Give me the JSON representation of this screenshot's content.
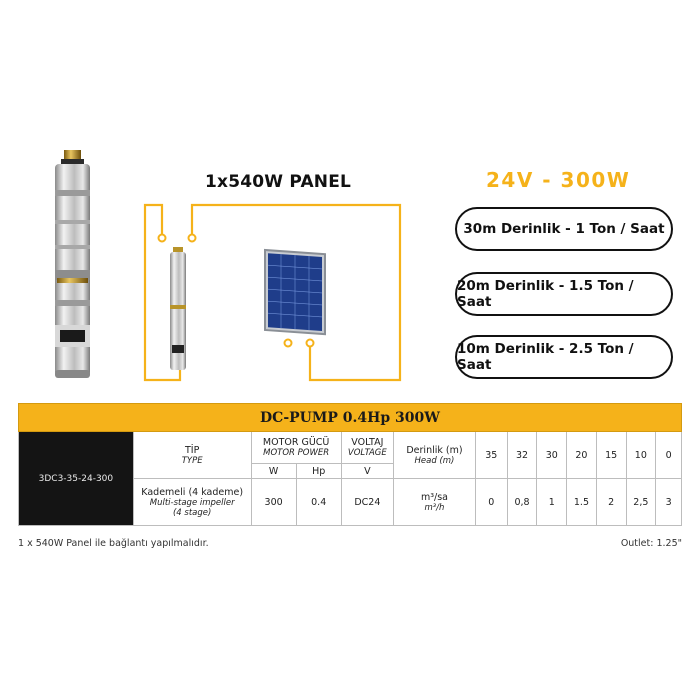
{
  "panel_title": "1x540W PANEL",
  "voltage_title": "24V - 300W",
  "capacity": [
    {
      "text": "30m Derinlik - 1 Ton / Saat"
    },
    {
      "text": "20m Derinlik - 1.5 Ton / Saat"
    },
    {
      "text": "10m Derinlik - 2.5 Ton / Saat"
    }
  ],
  "table": {
    "title": "DC-PUMP 0.4Hp 300W",
    "model": "3DC3-35-24-300",
    "tip_label": "TİP",
    "tip_label_en": "TYPE",
    "motor_label": "MOTOR GÜCÜ",
    "motor_label_en": "MOTOR POWER",
    "w_label": "W",
    "hp_label": "Hp",
    "voltage_label": "VOLTAJ",
    "voltage_label_en": "VOLTAGE",
    "v_label": "V",
    "head_label": "Derinlik (m)",
    "head_label_en": "Head (m)",
    "type_value": "Kademeli (4 kademe)",
    "type_value_en_1": "Multi-stage impeller",
    "type_value_en_2": "(4 stage)",
    "watt": "300",
    "hp": "0.4",
    "voltage": "DC24",
    "flow_unit": "m³/sa",
    "flow_unit_en": "m³/h",
    "heads": [
      "35",
      "32",
      "30",
      "20",
      "15",
      "10",
      "0"
    ],
    "flows": [
      "0",
      "0,8",
      "1",
      "1.5",
      "2",
      "2,5",
      "3"
    ]
  },
  "note_left": "1 x 540W Panel ile bağlantı yapılmalıdır.",
  "note_right": "Outlet: 1.25\"",
  "colors": {
    "accent": "#f5b21a",
    "dark": "#141414",
    "wire": "#f5b21a"
  }
}
